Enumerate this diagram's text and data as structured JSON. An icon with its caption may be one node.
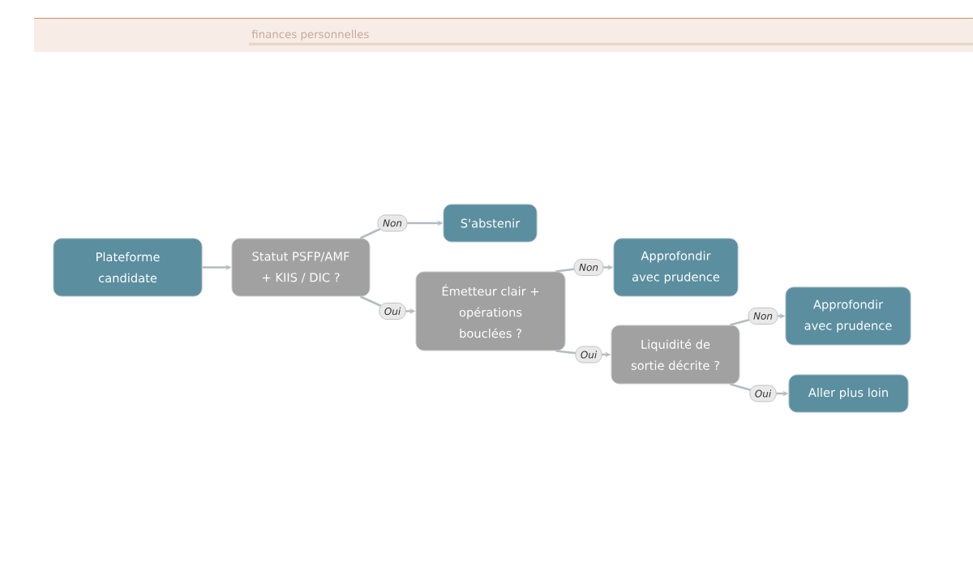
{
  "diagram": {
    "nodes": [
      {
        "text": [
          "Plateforme candidate"
        ]
      },
      {
        "text": [
          "Statut PSFP/AMF + KIIS / DIC ?"
        ]
      },
      {
        "text": [
          "S'abstenir"
        ]
      },
      {
        "text": [
          "Émetteur clair + opérations bouclées ?"
        ]
      },
      {
        "text": [
          "Approfondir avec prudence"
        ]
      },
      {
        "text": [
          "Liquidité de sortie décrite ?"
        ]
      },
      {
        "text": [
          "Approfondir avec prudence"
        ]
      },
      {
        "text": [
          "Aller plus loin"
        ]
      }
    ],
    "edges": [
      {
        "from": 0,
        "to": 1,
        "arrow": "to"
      },
      {
        "from": 1,
        "to": 2,
        "arrow": "to",
        "label": "Non"
      },
      {
        "from": 1,
        "to": 3,
        "arrow": "to",
        "label": "Oui"
      },
      {
        "from": 3,
        "to": 4,
        "arrow": "to",
        "label": "Non"
      },
      {
        "from": 3,
        "to": 5,
        "arrow": "to",
        "label": "Oui"
      },
      {
        "from": 5,
        "to": 6,
        "arrow": "to",
        "label": "Non"
      },
      {
        "from": 5,
        "to": 7,
        "arrow": "to",
        "label": "Oui"
      }
    ],
    "labels": [
      "finances personnelles"
    ]
  }
}
